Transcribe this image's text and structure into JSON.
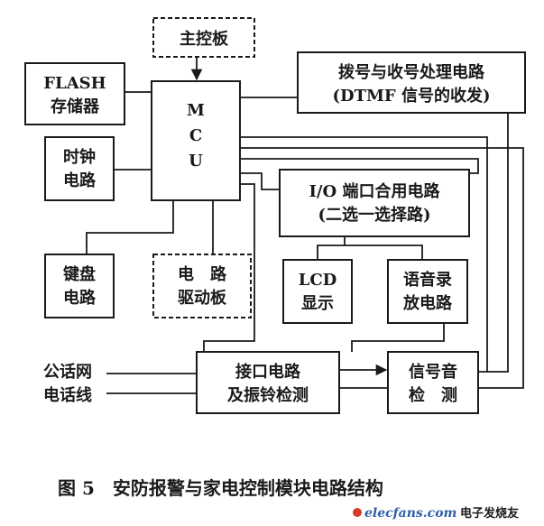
{
  "diagram": {
    "main_board": "主控板",
    "flash_line1": "FLASH",
    "flash_line2": "存储器",
    "mcu_m": "M",
    "mcu_c": "C",
    "mcu_u": "U",
    "dial_line1": "拨号与收号处理电路",
    "dial_line2": "(DTMF 信号的收发)",
    "clock_line1": "时钟",
    "clock_line2": "电路",
    "io_line1": "I/O 端口合用电路",
    "io_line2": "(二选一选择路)",
    "keyboard_line1": "键盘",
    "keyboard_line2": "电路",
    "drive_line1": "电　路",
    "drive_line2": "驱动板",
    "lcd_line1": "LCD",
    "lcd_line2": "显示",
    "voice_line1": "语音录",
    "voice_line2": "放电路",
    "phone_line1": "公话网",
    "phone_line2": "电话线",
    "interface_line1": "接口电路",
    "interface_line2": "及振铃检测",
    "tone_line1": "信号音",
    "tone_line2": "检　测"
  },
  "caption": "图 5　安防报警与家电控制模块电路结构",
  "watermark": {
    "site": "elecfans.com",
    "brand": "电子发烧友"
  },
  "colors": {
    "ink": "#1a1a1a",
    "watermark_red": "#d43b2a",
    "watermark_blue": "#2f5fa8"
  }
}
